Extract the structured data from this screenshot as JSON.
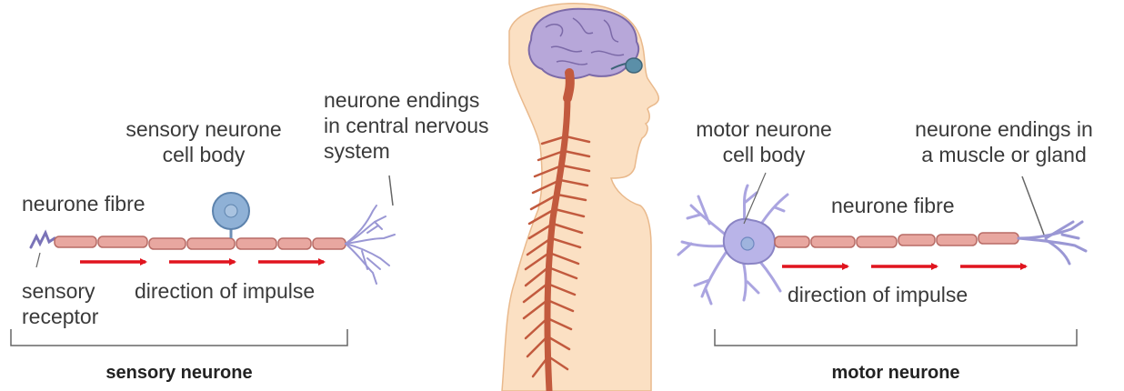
{
  "labels": {
    "sensory_cell_body_line1": "sensory neurone",
    "sensory_cell_body_line2": "cell body",
    "neurone_fibre_left": "neurone fibre",
    "sensory_receptor_line1": "sensory",
    "sensory_receptor_line2": "receptor",
    "direction_left": "direction of impulse",
    "cns_endings_line1": "neurone endings",
    "cns_endings_line2": "in central nervous",
    "cns_endings_line3": "system",
    "motor_cell_body_line1": "motor neurone",
    "motor_cell_body_line2": "cell body",
    "muscle_endings_line1": "neurone endings in",
    "muscle_endings_line2": "a muscle or gland",
    "neurone_fibre_right": "neurone fibre",
    "direction_right": "direction of impulse",
    "sensory_neurone_caption": "sensory neurone",
    "motor_neurone_caption": "motor neurone"
  },
  "colors": {
    "fibre_fill": "#e8a7a0",
    "fibre_stroke": "#b86c66",
    "arrow": "#e0141e",
    "cell_body_blue": "#8fb1d6",
    "motor_cell_purple": "#b9b4e8",
    "brain": "#b7a7d9",
    "body_skin": "#fbe0c3",
    "spine": "#c25a3e",
    "eye": "#5b8fa8",
    "bracket": "#666666"
  }
}
